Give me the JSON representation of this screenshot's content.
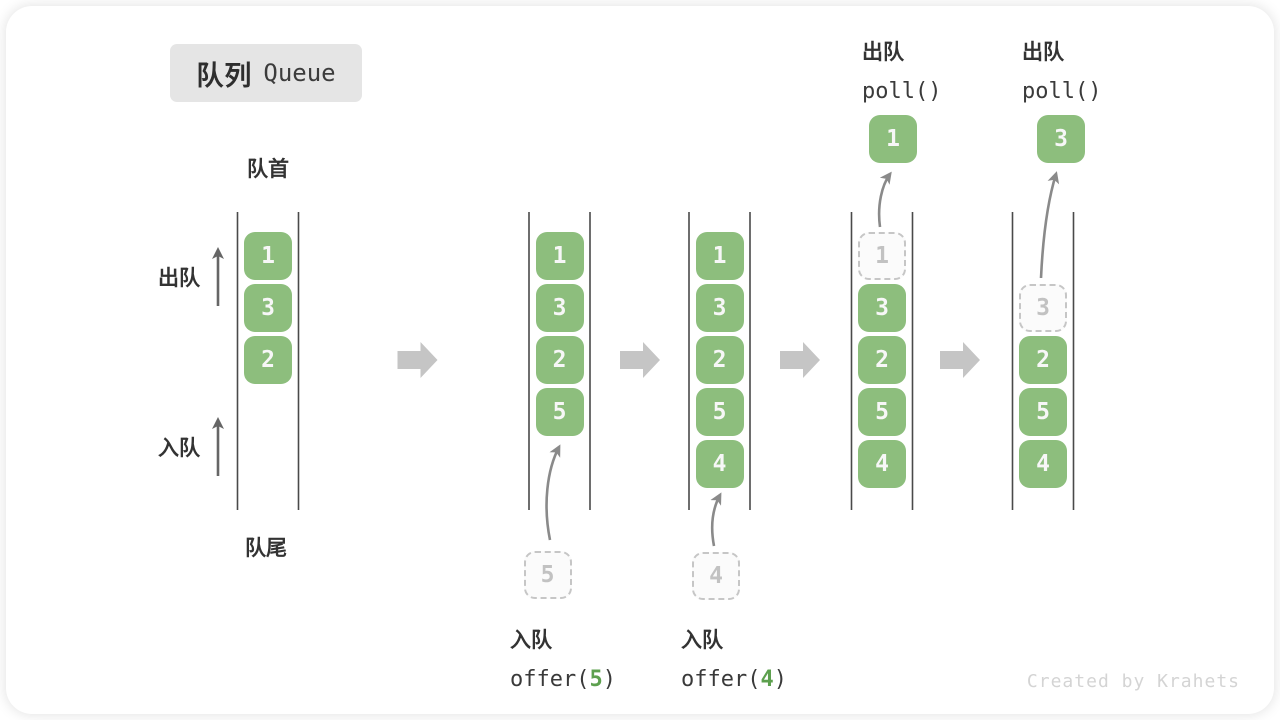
{
  "diagram": {
    "title_zh": "队列",
    "title_en": "Queue",
    "front_label": "队首",
    "rear_label": "队尾",
    "dequeue_side_label": "出队",
    "enqueue_side_label": "入队",
    "watermark": "Created by Krahets"
  },
  "colors": {
    "item_green": "#8dbe7d",
    "item_text": "#f7f7f7",
    "dashed_border": "#c6c6c6",
    "dashed_fill": "#fbfbfb",
    "dashed_text": "#c2c2c2",
    "wall_line": "#4a4a4a",
    "flow_arrow": "#c5c5c5",
    "pointer_arrow": "#8a8a8a",
    "side_arrow": "#666666",
    "code_accent": "#5da04e",
    "title_bg": "#e5e5e5",
    "watermark_gray": "#d4d4d4"
  },
  "states": [
    {
      "items": [
        {
          "value": "1",
          "slot": 0
        },
        {
          "value": "3",
          "slot": 1
        },
        {
          "value": "2",
          "slot": 2
        }
      ]
    },
    {
      "items": [
        {
          "value": "1",
          "slot": 0
        },
        {
          "value": "3",
          "slot": 1
        },
        {
          "value": "2",
          "slot": 2
        },
        {
          "value": "5",
          "slot": 3
        }
      ],
      "enqueue": {
        "item": "5",
        "label": "入队",
        "code_before": "offer(",
        "code_arg": "5",
        "code_after": ")"
      }
    },
    {
      "items": [
        {
          "value": "1",
          "slot": 0
        },
        {
          "value": "3",
          "slot": 1
        },
        {
          "value": "2",
          "slot": 2
        },
        {
          "value": "5",
          "slot": 3
        },
        {
          "value": "4",
          "slot": 4
        }
      ],
      "enqueue": {
        "item": "4",
        "label": "入队",
        "code_before": "offer(",
        "code_arg": "4",
        "code_after": ")"
      }
    },
    {
      "items": [
        {
          "value": "1",
          "slot": 0,
          "dashed": true
        },
        {
          "value": "3",
          "slot": 1
        },
        {
          "value": "2",
          "slot": 2
        },
        {
          "value": "5",
          "slot": 3
        },
        {
          "value": "4",
          "slot": 4
        }
      ],
      "dequeue": {
        "item": "1",
        "label": "出队",
        "code": "poll()"
      }
    },
    {
      "items": [
        {
          "value": "3",
          "slot": 1,
          "dashed": true
        },
        {
          "value": "2",
          "slot": 2
        },
        {
          "value": "5",
          "slot": 3
        },
        {
          "value": "4",
          "slot": 4
        }
      ],
      "dequeue": {
        "item": "3",
        "label": "出队",
        "code": "poll()"
      }
    }
  ]
}
